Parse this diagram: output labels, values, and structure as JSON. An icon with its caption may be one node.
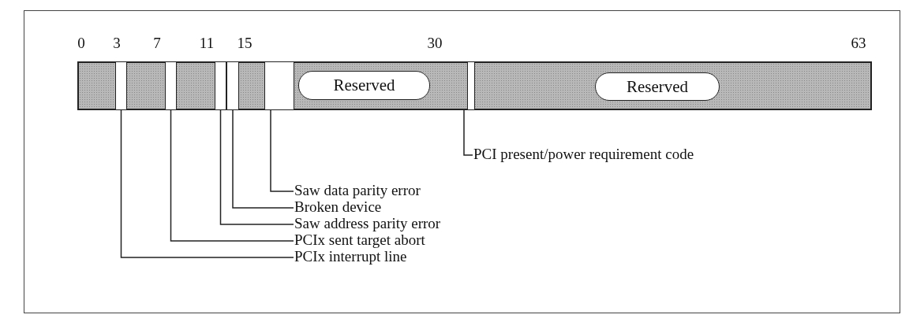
{
  "diagram": {
    "nodes": [
      {
        "text": [],
        "shape": "bar"
      },
      {
        "text": [],
        "shape": "bar"
      },
      {
        "text": [],
        "shape": "bar"
      },
      {
        "text": [],
        "shape": "bar"
      },
      {
        "text": [],
        "shape": "bar"
      },
      {
        "text": [
          "Reserved"
        ]
      },
      {
        "text": [],
        "shape": "bar"
      },
      {
        "text": [
          "Reserved"
        ]
      },
      {
        "text": [
          "PCI present/power requirement code"
        ]
      },
      {
        "text": [
          "Saw data parity error"
        ]
      },
      {
        "text": [
          "Broken device"
        ]
      },
      {
        "text": [
          "Saw address parity error"
        ]
      },
      {
        "text": [
          "PCIx sent target abort"
        ]
      },
      {
        "text": [
          "PCIx interrupt line"
        ]
      }
    ],
    "edges": [
      {
        "from": 8,
        "to": 6,
        "arrow": "none"
      },
      {
        "from": 9,
        "to": 4,
        "arrow": "none"
      },
      {
        "from": 10,
        "to": 3,
        "arrow": "none"
      },
      {
        "from": 11,
        "to": 2,
        "arrow": "none"
      },
      {
        "from": 12,
        "to": 1,
        "arrow": "none"
      },
      {
        "from": 13,
        "to": 0,
        "arrow": "none"
      }
    ],
    "labels": [
      "0",
      "3",
      "7",
      "11",
      "15",
      "30",
      "63"
    ]
  }
}
